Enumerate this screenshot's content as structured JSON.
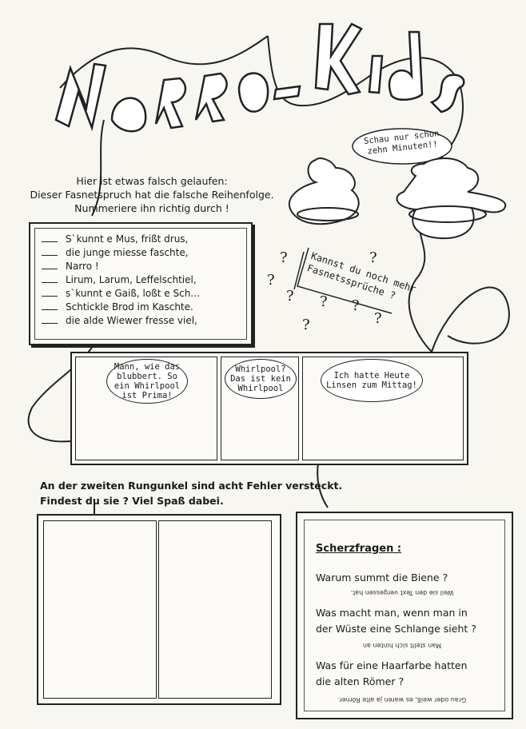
{
  "title": "Narro-Kids",
  "speech_top": "Schau nur schon zehn Minuten!!",
  "riddle": {
    "intro": [
      "Hier ist etwas falsch gelaufen:",
      "Dieser Fasnetspruch hat die falsche Reihenfolge.",
      "Nummeriere ihn richtig durch !"
    ],
    "lines": [
      "S`kunnt e Mus, frißt drus,",
      "die junge miesse faschte,",
      "Narro !",
      "Lirum, Larum, Leffelschtiel,",
      "s`kunnt e Gaiß, loßt e Sch...",
      "Schtickle Brod im Kaschte.",
      "die alde Wiewer fresse viel,"
    ]
  },
  "kannst": [
    "Kannst du noch mehr",
    "Fasnetssprüche ?"
  ],
  "comic": {
    "bubble1": "Mann, wie das blubbert. So ein Whirlpool ist Prima!",
    "bubble2": "Whirlpool? Das ist kein Whirlpool",
    "bubble3": "Ich hatte Heute Linsen zum Mittag!"
  },
  "spot_intro": [
    "An der zweiten Rungunkel sind acht Fehler versteckt.",
    "Findest du sie ? Viel Spaß dabei."
  ],
  "jokes": {
    "title": "Scherzfragen :",
    "q1": "Warum summt die Biene ?",
    "a1": "Weil sie den Text vergessen hat.",
    "q2a": "Was macht man, wenn man in",
    "q2b": "der Wüste eine Schlange sieht ?",
    "a2": "Man stellt sich hinten an",
    "q3a": "Was für eine Haarfarbe hatten",
    "q3b": "die alten Römer ?",
    "a3": "Grau oder weiß, es waren ja alte Römer."
  }
}
